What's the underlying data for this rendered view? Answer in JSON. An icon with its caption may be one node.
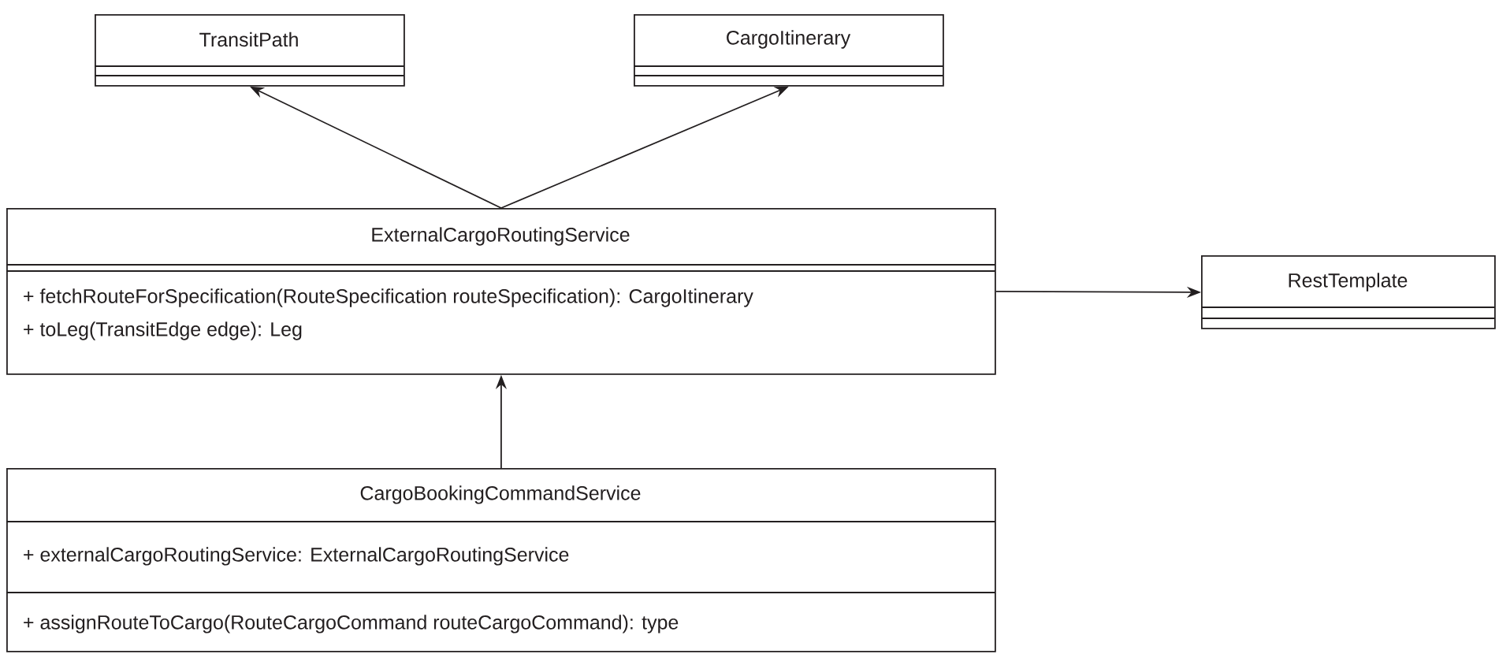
{
  "diagram": {
    "nodes": [
      {
        "text": [
          "TransitPath"
        ]
      },
      {
        "text": [
          "CargoItinerary"
        ]
      },
      {
        "text": [
          "ExternalCargoRoutingService",
          "+ fetchRouteForSpecification(RouteSpecification routeSpecification): CargoItinerary",
          "+ toLeg(TransitEdge edge): Leg"
        ]
      },
      {
        "text": [
          "RestTemplate"
        ]
      },
      {
        "text": [
          "CargoBookingCommandService",
          "+ externalCargoRoutingService: ExternalCargoRoutingService",
          "+ assignRouteToCargo(RouteCargoCommand routeCargoCommand): type"
        ]
      }
    ],
    "edges": [
      {
        "from": 2,
        "to": 0,
        "arrow": "to"
      },
      {
        "from": 2,
        "to": 1,
        "arrow": "to"
      },
      {
        "from": 2,
        "to": 3,
        "arrow": "to"
      },
      {
        "from": 4,
        "to": 2,
        "arrow": "to"
      }
    ]
  }
}
